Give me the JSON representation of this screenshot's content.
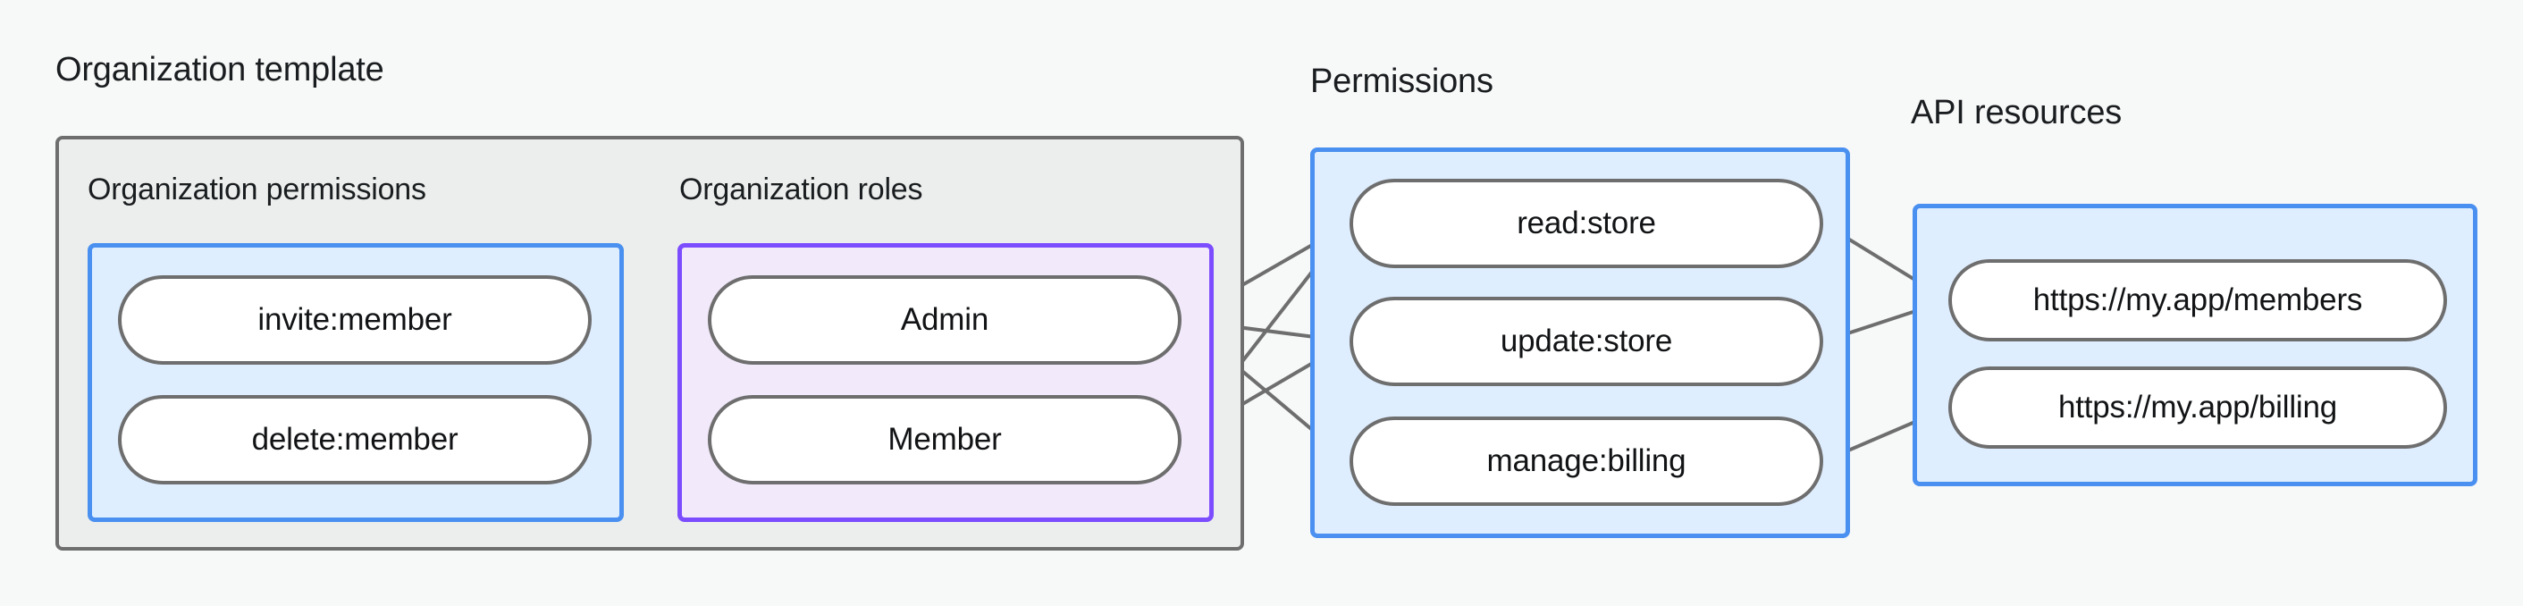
{
  "diagram": {
    "title_org_template": "Organization template",
    "title_permissions": "Permissions",
    "title_api_resources": "API resources",
    "section_org_permissions": "Organization permissions",
    "section_org_roles": "Organization roles",
    "colors": {
      "canvas_bg": "#f7f8f8",
      "outer_box_bg": "#eceeed",
      "outer_box_border": "#6e6e6e",
      "blue_box_bg": "#dfeeff",
      "blue_box_border": "#4a90f0",
      "purple_box_bg": "#f2e9fb",
      "purple_box_border": "#7c4dff",
      "node_bg": "#ffffff",
      "node_border": "#6e6e6e",
      "edge": "#6e6e6e",
      "text": "#111315"
    },
    "org_permissions": [
      {
        "id": "invite-member",
        "label": "invite:member"
      },
      {
        "id": "delete-member",
        "label": "delete:member"
      }
    ],
    "org_roles": [
      {
        "id": "admin",
        "label": "Admin"
      },
      {
        "id": "member",
        "label": "Member"
      }
    ],
    "permissions": [
      {
        "id": "read-store",
        "label": "read:store"
      },
      {
        "id": "update-store",
        "label": "update:store"
      },
      {
        "id": "manage-billing",
        "label": "manage:billing"
      }
    ],
    "api_resources": [
      {
        "id": "res-members",
        "label": "https://my.app/members"
      },
      {
        "id": "res-billing",
        "label": "https://my.app/billing"
      }
    ],
    "edges": [
      {
        "from": "invite-member",
        "to": "admin"
      },
      {
        "from": "invite-member",
        "to": "member"
      },
      {
        "from": "delete-member",
        "to": "member"
      },
      {
        "from": "admin",
        "to": "read-store"
      },
      {
        "from": "admin",
        "to": "update-store"
      },
      {
        "from": "admin",
        "to": "manage-billing"
      },
      {
        "from": "member",
        "to": "read-store"
      },
      {
        "from": "member",
        "to": "update-store"
      },
      {
        "from": "read-store",
        "to": "res-members"
      },
      {
        "from": "update-store",
        "to": "res-members"
      },
      {
        "from": "manage-billing",
        "to": "res-billing"
      }
    ]
  }
}
